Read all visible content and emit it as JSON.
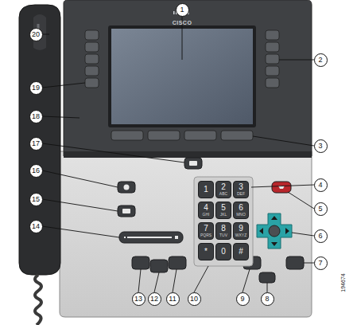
{
  "diagram": {
    "nodes": [
      {
        "text": [
          "1"
        ]
      },
      {
        "text": [
          "2"
        ]
      },
      {
        "text": [
          "3"
        ]
      },
      {
        "text": [
          "4"
        ]
      },
      {
        "text": [
          "5"
        ]
      },
      {
        "text": [
          "6"
        ]
      },
      {
        "text": [
          "7"
        ]
      },
      {
        "text": [
          "8"
        ]
      },
      {
        "text": [
          "9"
        ]
      },
      {
        "text": [
          "10"
        ]
      },
      {
        "text": [
          "11"
        ]
      },
      {
        "text": [
          "12"
        ]
      },
      {
        "text": [
          "13"
        ]
      },
      {
        "text": [
          "14"
        ]
      },
      {
        "text": [
          "15"
        ]
      },
      {
        "text": [
          "16"
        ]
      },
      {
        "text": [
          "17"
        ]
      },
      {
        "text": [
          "18"
        ]
      },
      {
        "text": [
          "19"
        ]
      },
      {
        "text": [
          "20"
        ]
      },
      {
        "text": [
          "1"
        ]
      },
      {
        "text": [
          "2",
          "ABC"
        ]
      },
      {
        "text": [
          "3",
          "DEF"
        ]
      },
      {
        "text": [
          "4",
          "GHI"
        ]
      },
      {
        "text": [
          "5",
          "JKL"
        ]
      },
      {
        "text": [
          "6",
          "MNO"
        ]
      },
      {
        "text": [
          "7",
          "PQRS"
        ]
      },
      {
        "text": [
          "8",
          "TUV"
        ]
      },
      {
        "text": [
          "9",
          "WXYZ"
        ]
      },
      {
        "text": [
          "*"
        ]
      },
      {
        "text": [
          "0"
        ]
      },
      {
        "text": [
          "#"
        ]
      }
    ],
    "labels": [
      "CISCO",
      "194674"
    ]
  }
}
